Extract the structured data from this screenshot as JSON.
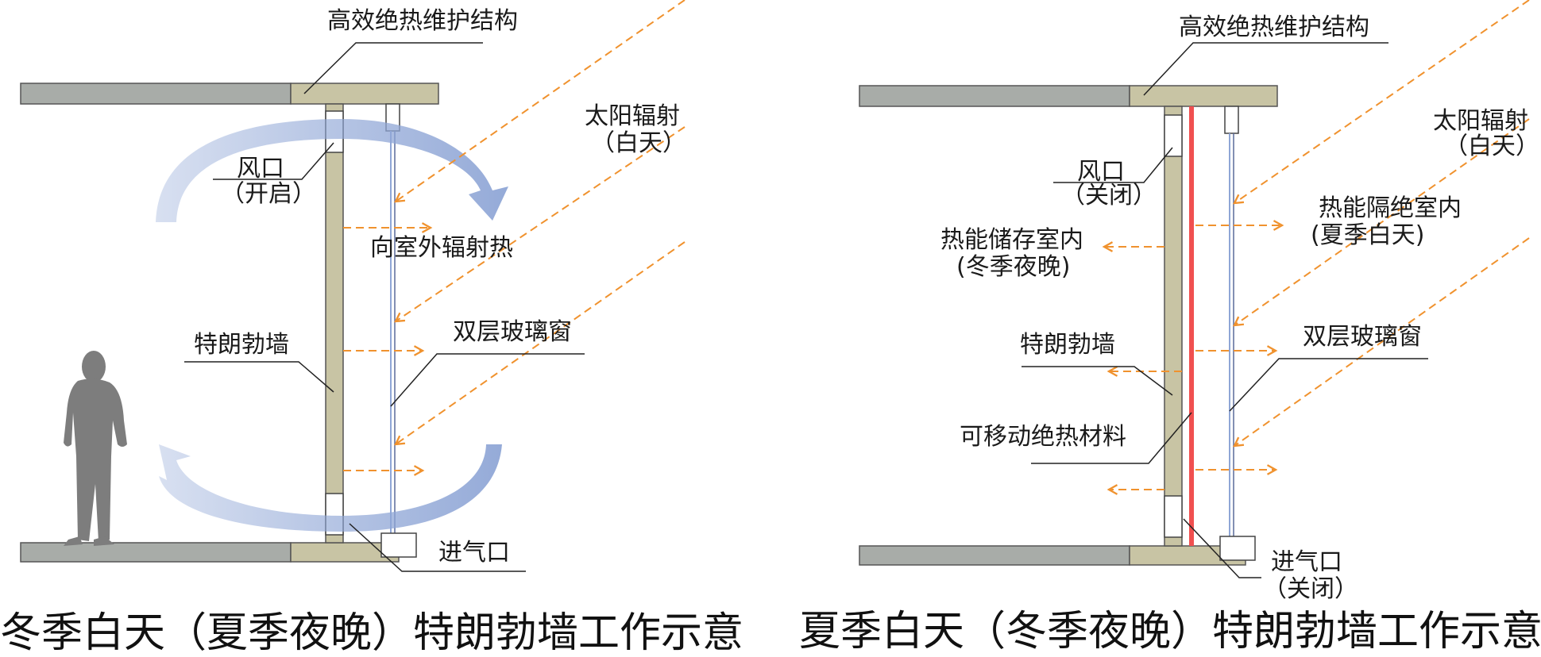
{
  "left_panel": {
    "envelope_label": "高效绝热维护结构",
    "solar_label_line1": "太阳辐射",
    "solar_label_line2": "（白天）",
    "vent_label_line1": "风口",
    "vent_label_line2": "（开启）",
    "outward_heat_label": "向室外辐射热",
    "trombe_wall_label": "特朗勃墙",
    "double_glazing_label": "双层玻璃窗",
    "inlet_label": "进气口",
    "caption": "冬季白天（夏季夜晚）特朗勃墙工作示意"
  },
  "right_panel": {
    "envelope_label": "高效绝热维护结构",
    "solar_label_line1": "太阳辐射",
    "solar_label_line2": "（白天）",
    "vent_label_line1": "风口",
    "vent_label_line2": "（关闭）",
    "heat_storage_line1": "热能储存室内",
    "heat_storage_line2": "(冬季夜晚)",
    "heat_insulation_line1": "热能隔绝室内",
    "heat_insulation_line2": "(夏季白天)",
    "trombe_wall_label": "特朗勃墙",
    "double_glazing_label": "双层玻璃窗",
    "insulation_label": "可移动绝热材料",
    "inlet_label_line1": "进气口",
    "inlet_label_line2": "（关闭）",
    "caption": "夏季白天（冬季夜晚）特朗勃墙工作示意"
  },
  "colors": {
    "slab_grey": "#a8aca8",
    "slab_tan": "#c8c4a4",
    "wall_tan": "#c8c4a4",
    "radiation_orange": "#f0922e",
    "airflow_blue": "#8fa6d6",
    "insulation_red": "#f05050",
    "person_grey": "#7d7d7d"
  }
}
